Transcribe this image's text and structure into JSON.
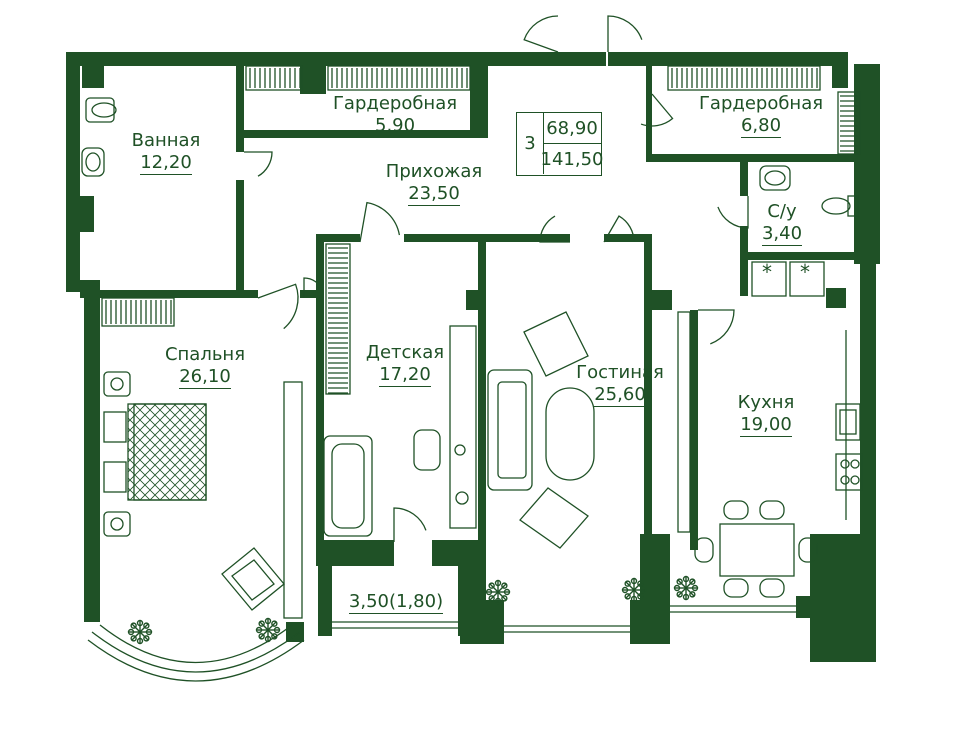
{
  "colors": {
    "ink": "#1f5126",
    "background": "#ffffff"
  },
  "summary": {
    "rooms": "3",
    "living_area": "68,90",
    "total_area": "141,50"
  },
  "rooms": [
    {
      "id": "bathroom",
      "name": "Ванная",
      "area": "12,20"
    },
    {
      "id": "wardrobe-left",
      "name": "Гардеробная",
      "area": "5,90"
    },
    {
      "id": "hallway",
      "name": "Прихожая",
      "area": "23,50"
    },
    {
      "id": "wardrobe-right",
      "name": "Гардеробная",
      "area": "6,80"
    },
    {
      "id": "wc",
      "name": "С/у",
      "area": "3,40"
    },
    {
      "id": "bedroom",
      "name": "Спальня",
      "area": "26,10"
    },
    {
      "id": "kids-room",
      "name": "Детская",
      "area": "17,20"
    },
    {
      "id": "living-room",
      "name": "Гостиная",
      "area": "25,60"
    },
    {
      "id": "kitchen",
      "name": "Кухня",
      "area": "19,00"
    },
    {
      "id": "balcony",
      "name": "",
      "area": "3,50(1,80)"
    }
  ],
  "icons": [
    "plant-icon",
    "armchair-icon",
    "sofa-icon",
    "bed-icon",
    "dining-table-icon",
    "bathtub-icon",
    "toilet-icon",
    "sink-icon",
    "stove-icon",
    "desk-icon"
  ]
}
